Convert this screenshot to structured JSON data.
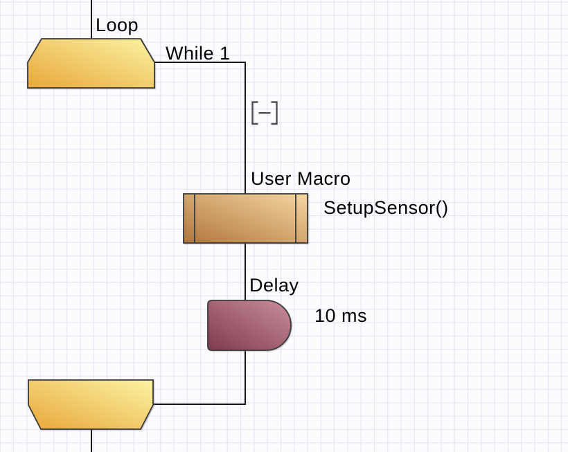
{
  "canvas": {
    "background_color": "#fcfbfe",
    "grid_color": "#e5e2f3"
  },
  "nodes": {
    "loop_start": {
      "type": "loop-start",
      "title": "Loop",
      "condition": "While 1"
    },
    "collapse_toggle": {
      "icon": "bracket-minus-icon",
      "symbol": "[−]",
      "state": "expanded"
    },
    "user_macro": {
      "type": "user-macro",
      "title": "User Macro",
      "call": "SetupSensor()"
    },
    "delay": {
      "type": "delay",
      "title": "Delay",
      "duration": "10 ms"
    },
    "loop_end": {
      "type": "loop-end"
    }
  },
  "colors": {
    "loop_fill_dark": "#e8a73b",
    "loop_fill_light": "#fbf3a2",
    "macro_fill_dark": "#b0763c",
    "macro_fill_light": "#f5d6a2",
    "delay_fill_dark": "#7f3a4e",
    "delay_fill_light": "#c98e9b",
    "shape_border": "#3a3a3a",
    "connector": "#141414",
    "text": "#000000",
    "collapse_icon": "#4f4f4f"
  }
}
